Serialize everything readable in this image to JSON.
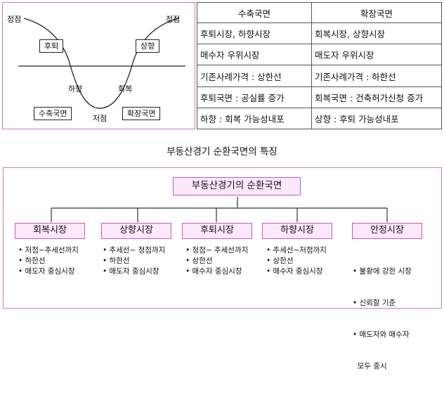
{
  "cycle_diagram": {
    "peak_left": "정점",
    "peak_right": "정점",
    "recession": "후퇴",
    "recovery_up": "상향",
    "downturn": "하향",
    "recovery": "회복",
    "trough": "저점",
    "contraction_box": "수축국면",
    "expansion_box": "확장국면"
  },
  "table": {
    "headers": [
      "수축국면",
      "확장국면"
    ],
    "rows": [
      [
        "후퇴시장, 하향시장",
        "회복시장, 상향시장"
      ],
      [
        "매수자 우위시장",
        "매도자 우위시장"
      ],
      [
        "기존사례가격 : 상한선",
        "기존사례가격 : 하한선"
      ],
      [
        "후퇴국면 : 공실률 증가",
        "회복국면 : 건축허가신청 증가"
      ],
      [
        "하향 : 회복 가능성내포",
        "상향 : 후퇴 가능성내포"
      ]
    ]
  },
  "title": "부동산경기 순환국면의 특징",
  "tree": {
    "root": "부동산경기의 순환국면",
    "markets": [
      {
        "name": "회복시장",
        "bullets": [
          "• 저점~추세선까지",
          "• 하한선",
          "• 매도자 중심시장"
        ]
      },
      {
        "name": "상향시장",
        "bullets": [
          "• 추세선~ 정점까지",
          "• 하한선",
          "• 매도자 중심시장"
        ]
      },
      {
        "name": "후퇴시장",
        "bullets": [
          "• 정점~ 추세선까지",
          "• 상한선",
          "• 매수자 중심시장"
        ]
      },
      {
        "name": "하향시장",
        "bullets": [
          "• 추세선~저점까지",
          "• 상한선",
          "• 매수자 중심시장"
        ]
      },
      {
        "name": "안정시장",
        "bullets": [
          "• 불황에 강한 시장",
          "• 신뢰할 기준",
          "• 매도자와 매수자",
          "  모두 중시"
        ]
      }
    ]
  }
}
